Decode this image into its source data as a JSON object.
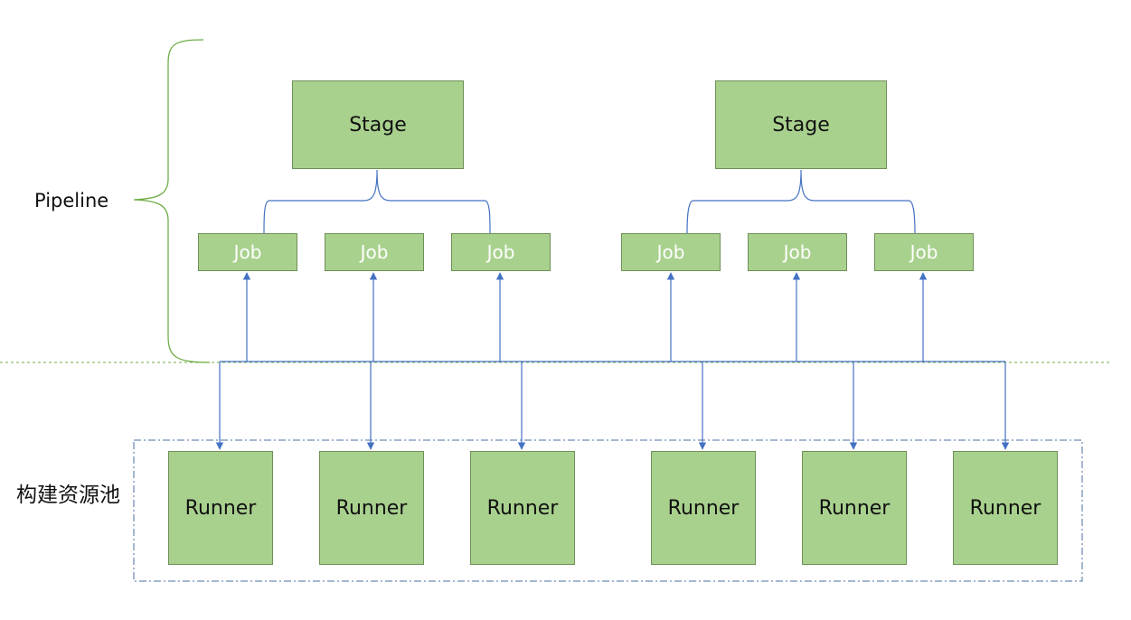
{
  "pipeline_label": "Pipeline",
  "pool_label": "构建资源池",
  "stages": [
    {
      "label": "Stage",
      "jobs": [
        "Job",
        "Job",
        "Job"
      ]
    },
    {
      "label": "Stage",
      "jobs": [
        "Job",
        "Job",
        "Job"
      ]
    }
  ],
  "runners": [
    "Runner",
    "Runner",
    "Runner",
    "Runner",
    "Runner",
    "Runner"
  ],
  "colors": {
    "box_fill": "#a9d18e",
    "box_border": "#6f8f58",
    "connector": "#4472c4",
    "brace": "#70ad47",
    "pool_border": "#4a6fa5"
  }
}
